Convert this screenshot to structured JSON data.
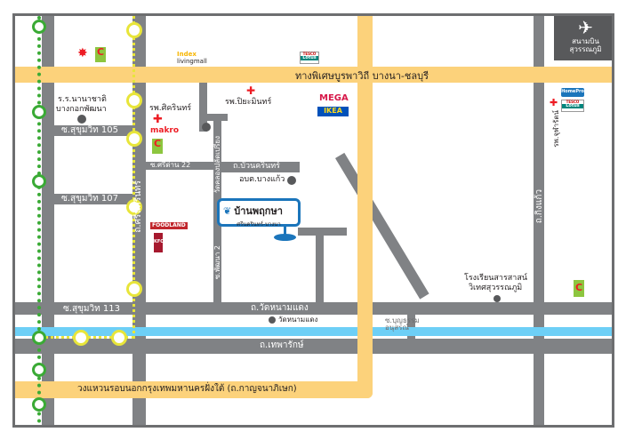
{
  "roads": {
    "bangna_expressway": "ทางพิเศษบูรพาวิถี บางนา-ชลบุรี",
    "outer_ring": "วงแหวนรอบนอกกรุงเทพมหานครฝั่งใต้ (ถ.กาญจนาภิเษก)",
    "soi_105": "ซ.สุขุมวิท 105",
    "soi_107": "ซ.สุขุมวิท 107",
    "soi_113": "ซ.สุขุมวิท 113",
    "srinakarin": "ถ.ศรีนครินทร์",
    "srisaan_22": "ซ.ศรีด่าน 22",
    "buan_srinakarin": "ถ.บัวนครินทร์",
    "khlong_pladuk": "วัดคลองปลัดเปรียง",
    "phattana_2": "ซ.พัฒนา 2",
    "wat_nam_daeng_road": "ถ.วัดหนามแดง",
    "theparak": "ถ.เทพารักษ์",
    "kingkaew": "ถ.กิ่งแก้ว",
    "bunthamma": "ซ.บุญธรรม อนุสรณ์"
  },
  "places": {
    "school_intl": "ร.ร.นานาชาติ",
    "school_intl_2": "บางกอกพัฒนา",
    "hospital_srinakarin": "รพ.ศิครินทร์",
    "hospital_piyamin": "รพ.ปิยะมินทร์",
    "hospital_jularat": "รพ.จุฬารัตน์",
    "orbortor": "อบต.บางแก้ว",
    "wat_nam_daeng": "วัดหนามแดง",
    "school_sarasas": "โรงเรียนสารสาสน์",
    "school_sarasas_2": "วิเทศสุวรรณภูมิ",
    "airport": "สนามบิน",
    "airport_2": "สุวรรณภูมิ"
  },
  "logos": {
    "index": "Index",
    "livingmall": "livingmall",
    "makro": "makro",
    "mega": "MEGA",
    "ikea": "IKEA",
    "lotus": "Lotus",
    "tesco": "TESCO",
    "homepro": "HomePro",
    "foodland": "FOODLAND",
    "kfc": "KFC"
  },
  "project": {
    "name": "บ้านพฤกษา",
    "sub": "ศรีนครินทร์-บางนา"
  },
  "colors": {
    "road": "#808285",
    "highway": "#fcd27b",
    "canal": "#6dcff6",
    "green_line": "#3aaa35",
    "yellow_line": "#e8e53a",
    "brand": "#1b75bb"
  }
}
